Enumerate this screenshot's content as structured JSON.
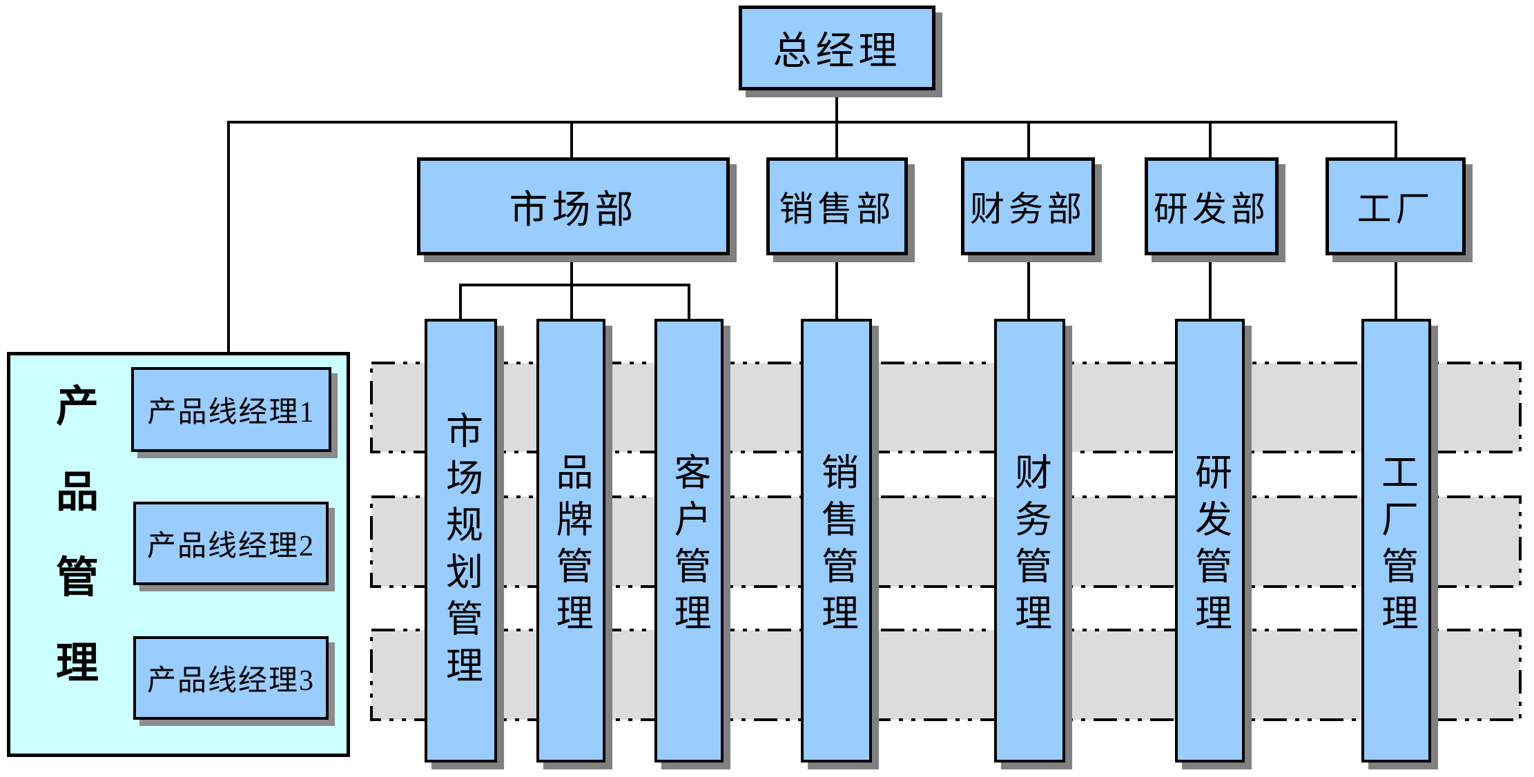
{
  "diagram": {
    "type": "matrix-organization-chart",
    "root": {
      "label": "总经理"
    },
    "departments": [
      {
        "label": "市场部"
      },
      {
        "label": "销售部"
      },
      {
        "label": "财务部"
      },
      {
        "label": "研发部"
      },
      {
        "label": "工厂"
      }
    ],
    "function_columns": [
      {
        "label": "市场规划管理",
        "parent": "市场部"
      },
      {
        "label": "品牌管理",
        "parent": "市场部"
      },
      {
        "label": "客户管理",
        "parent": "市场部"
      },
      {
        "label": "销售管理",
        "parent": "销售部"
      },
      {
        "label": "财务管理",
        "parent": "财务部"
      },
      {
        "label": "研发管理",
        "parent": "研发部"
      },
      {
        "label": "工厂管理",
        "parent": "工厂"
      }
    ],
    "product_management": {
      "title": "产品管理",
      "title_chars": [
        "产",
        "品",
        "管",
        "理"
      ],
      "managers": [
        {
          "label": "产品线经理1"
        },
        {
          "label": "产品线经理2"
        },
        {
          "label": "产品线经理3"
        }
      ]
    },
    "matrix_bands_count": 3
  },
  "colors": {
    "node_fill": "#99CCFF",
    "node_border": "#000000",
    "container_fill": "#CCFFFF",
    "band_fill": "#DCDCDC",
    "shadow": "#808080",
    "connector": "#000000",
    "background": "#FFFFFF"
  }
}
